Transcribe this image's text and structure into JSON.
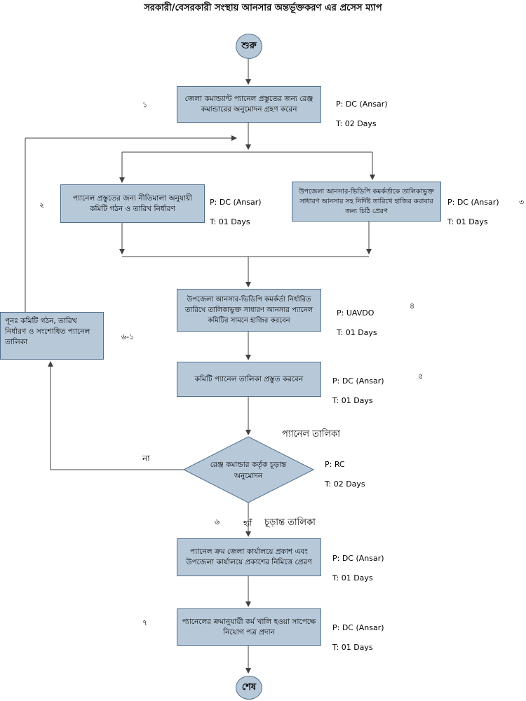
{
  "title": "সরকারী/বেসরকারী সংস্থায় আনসার অন্তর্ভূক্তকরণ এর প্রসেস ম্যাপ",
  "start": "শুরু",
  "end": "শেষ",
  "steps": {
    "s1": {
      "text": "জেলা কমান্ড্যান্ট প্যানেল প্রস্তুতের জন্য রেঞ্জ কমান্ডারের অনুমোদন গ্রহণ করেন",
      "p": "P: DC (Ansar)",
      "t": "T: 02 Days",
      "num": "১"
    },
    "s2": {
      "text": "প্যানেল প্রস্তুতের জন্য নীতিমালা অনুযায়ী কমিটি গঠন ও তারিখ নির্ধারণ",
      "p": "P: DC (Ansar)",
      "t": "T: 01 Days",
      "num": "২"
    },
    "s3": {
      "text": "উপজেলা আনসার-ভিডিপি কমর্কর্তাকে তালিকাভুক্ত সাধারণ আনসার সহ নির্দিষ্ট তারিখে হাজির করাবার জন্য চিঠি প্রেরণ",
      "p": "P: DC (Ansar)",
      "t": "T: 01 Days",
      "num": "৩"
    },
    "s4": {
      "text": "উপজেলা আনসার-ভিডিপি কমর্কর্তা নির্ধারিত তারিখে তালিকাভুক্ত সাধারণ আনসার প্যানেল কমিটির সামনে হাজির করবেন",
      "p": "P: UAVDO",
      "t": "T: 01 Days",
      "num": "৪"
    },
    "s5": {
      "text": "কমিটি প্যানেল তালিকা প্রস্তুত করবেন",
      "p": "P: DC (Ansar)",
      "t": "T: 01 Days",
      "num": "৫"
    },
    "s61": {
      "text": "পূনঃ কমিটি গঠন, তারিখ নির্ধারণ ও সংশোধিত প্যানেল তালিকা",
      "num": "৬-১"
    },
    "s6": {
      "text": "রেঞ্জ কমান্ডার কর্তৃক চূড়ান্ত অনুমোদন",
      "p": "P: RC",
      "t": "T: 02 Days",
      "num": "৬"
    },
    "s7a": {
      "text": "প্যানেল ক্রম জেলা কার্যালয়ে প্রকাশ এবং উপজেলা কার্যালয়ে প্রকাশের নিমিত্তে প্রেরণ",
      "p": "P: DC (Ansar)",
      "t": "T: 01 Days"
    },
    "s7": {
      "text": "প্যানেলের ক্রমানুযায়ী কর্ম খালি হওয়া সাপেক্ষে নিয়োগ পত্র প্রদান",
      "p": "P: DC (Ansar)",
      "t": "T: 01 Days",
      "num": "৭"
    }
  },
  "labels": {
    "panel_list": "প্যানেল তালিকা",
    "no": "না",
    "yes": "হ্যাঁ",
    "final_list": "চূড়ান্ত তালিকা"
  }
}
